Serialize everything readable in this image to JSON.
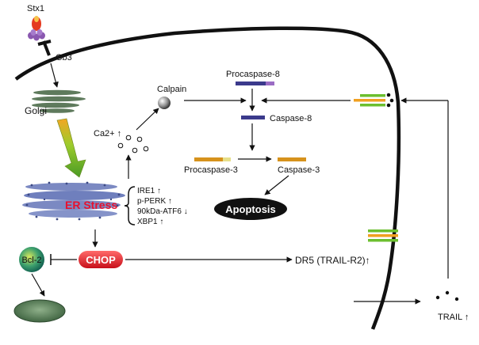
{
  "labels": {
    "stx1": "Stx1",
    "gb3": "Gb3",
    "golgi": "Golgi",
    "ca": "Ca2+ ↑",
    "calpain": "Calpain",
    "procaspase8": "Procaspase-8",
    "caspase8": "Caspase-8",
    "procaspase3": "Procaspase-3",
    "caspase3": "Caspase-3",
    "apoptosis": "Apoptosis",
    "er_stress": "ER Stress",
    "markers": [
      "IRE1 ↑",
      "p-PERK ↑",
      "90kDa-ATF6 ↓",
      "XBP1 ↑"
    ],
    "chop": "CHOP",
    "bcl2": "Bcl-2",
    "dr5": "DR5 (TRAIL-R2)↑",
    "trail": "TRAIL ↑"
  },
  "colors": {
    "membrane": "#111111",
    "golgi": "#5e7a5c",
    "er_stress_text": "#e8112d",
    "chop": "#e01b24",
    "caspase8_bar": "#3b3a8c",
    "procaspase8_tail": "#9b6cc4",
    "caspase3_bar": "#d6921c",
    "procaspase3_tail": "#e6df8a",
    "receptor_green": "#6cbf2f",
    "receptor_orange": "#f0a020",
    "bcl2": "#2a8a6a",
    "mito": "#4f7a50",
    "stx1_red": "#e53a20",
    "stx1_purple": "#8a58b0"
  }
}
